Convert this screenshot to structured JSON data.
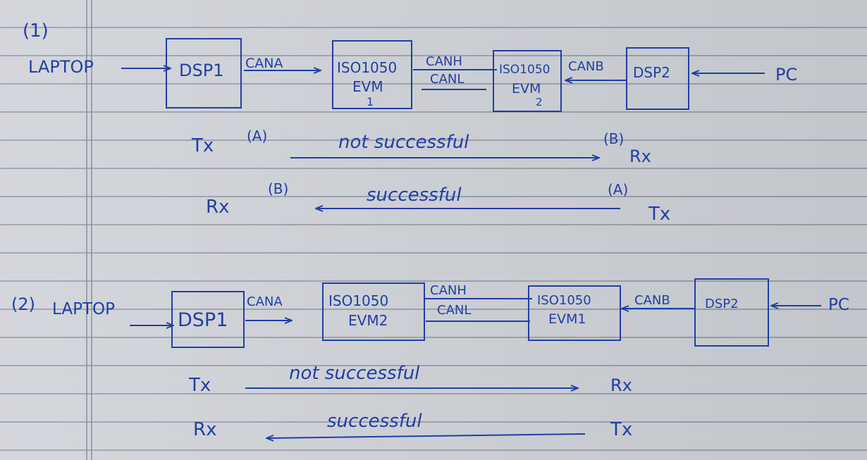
{
  "diagram1": {
    "label": "(1)",
    "laptop": "LAPTOP",
    "dsp1": "DSP1",
    "cana": "CANA",
    "evm_left_line1": "ISO1050",
    "evm_left_line2": "EVM",
    "evm_left_line3": "1",
    "canh": "CANH",
    "canl": "CANL",
    "evm_right_line1": "ISO1050",
    "evm_right_line2": "EVM",
    "evm_right_line3": "2",
    "canb": "CANB",
    "dsp2": "DSP2",
    "pc": "PC",
    "row1_left": "Tx",
    "row1_left_note": "(A)",
    "row1_text": "not successful",
    "row1_right_note": "(B)",
    "row1_right": "Rx",
    "row2_left": "Rx",
    "row2_left_note": "(B)",
    "row2_text": "successful",
    "row2_right_note": "(A)",
    "row2_right": "Tx"
  },
  "diagram2": {
    "label": "(2)",
    "laptop": "LAPTOP",
    "dsp1": "DSP1",
    "cana": "CANA",
    "evm_left_line1": "ISO1050",
    "evm_left_line2": "EVM2",
    "canh": "CANH",
    "canl": "CANL",
    "evm_right_line1": "ISO1050",
    "evm_right_line2": "EVM1",
    "canb": "CANB",
    "dsp2": "DSP2",
    "pc": "PC",
    "row1_left": "Tx",
    "row1_text": "not successful",
    "row1_right": "Rx",
    "row2_left": "Rx",
    "row2_text": "successful",
    "row2_right": "Tx"
  },
  "colors": {
    "ink": "#1f3fa6",
    "paper": "#cfd2d7",
    "rule": "#5f646e",
    "margin": "#8a8f99"
  }
}
